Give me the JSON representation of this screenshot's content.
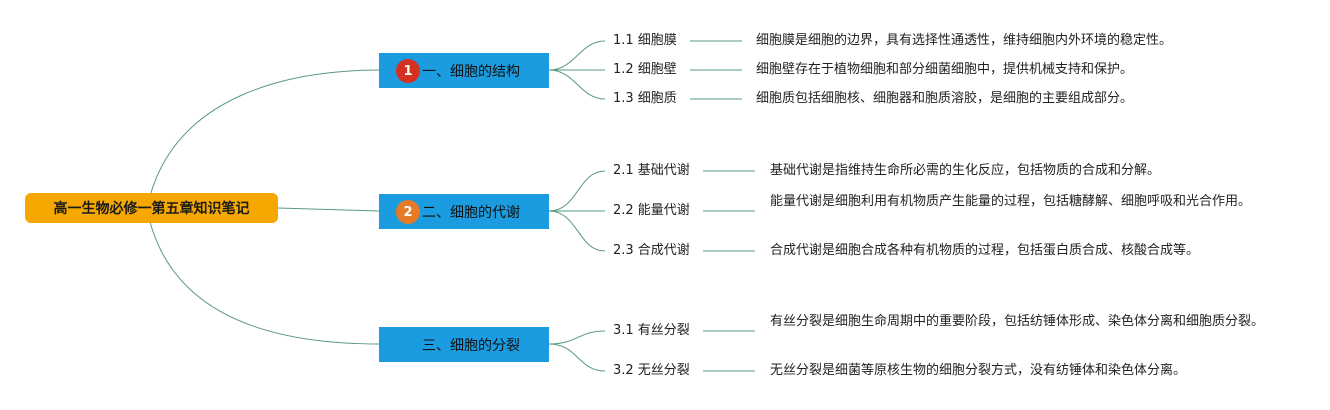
{
  "root": {
    "title": "高一生物必修一第五章知识笔记"
  },
  "colors": {
    "root": "#F6A800",
    "branch": "#1B9BE0",
    "line": "#5A9A7C",
    "badge_1": "#D63020",
    "badge_2": "#E87A25"
  },
  "branches": [
    {
      "title": "一、细胞的结构",
      "badge": "1",
      "children": [
        {
          "label": "1.1 细胞膜",
          "desc": "细胞膜是细胞的边界，具有选择性通透性，维持细胞内外环境的稳定性。"
        },
        {
          "label": "1.2 细胞壁",
          "desc": "细胞壁存在于植物细胞和部分细菌细胞中，提供机械支持和保护。"
        },
        {
          "label": "1.3 细胞质",
          "desc": "细胞质包括细胞核、细胞器和胞质溶胶，是细胞的主要组成部分。"
        }
      ]
    },
    {
      "title": "二、细胞的代谢",
      "badge": "2",
      "children": [
        {
          "label": "2.1 基础代谢",
          "desc": "基础代谢是指维持生命所必需的生化反应，包括物质的合成和分解。"
        },
        {
          "label": "2.2 能量代谢",
          "desc": "能量代谢是细胞利用有机物质产生能量的过程，包括糖酵解、细胞呼吸和光合作用。"
        },
        {
          "label": "2.3 合成代谢",
          "desc": "合成代谢是细胞合成各种有机物质的过程，包括蛋白质合成、核酸合成等。"
        }
      ]
    },
    {
      "title": "三、细胞的分裂",
      "children": [
        {
          "label": "3.1 有丝分裂",
          "desc": "有丝分裂是细胞生命周期中的重要阶段，包括纺锤体形成、染色体分离和细胞质分裂。"
        },
        {
          "label": "3.2 无丝分裂",
          "desc": "无丝分裂是细菌等原核生物的细胞分裂方式，没有纺锤体和染色体分离。"
        }
      ]
    }
  ]
}
